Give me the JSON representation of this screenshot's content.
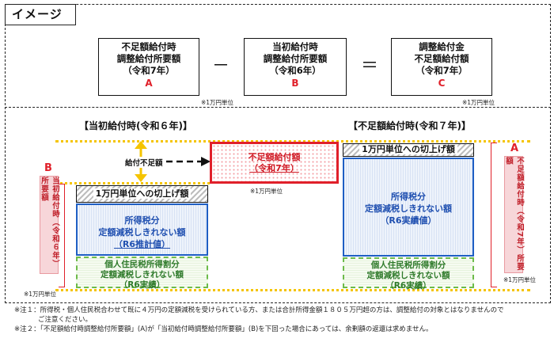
{
  "tag": "イメージ",
  "formula": {
    "a": {
      "lines": [
        "不足額給付時",
        "調整給付所要額",
        "（令和7年）"
      ],
      "letter": "A"
    },
    "minus": "－",
    "b": {
      "lines": [
        "当初給付時",
        "調整給付所要額",
        "（令和6年）"
      ],
      "letter": "B"
    },
    "equals": "＝",
    "c": {
      "lines": [
        "調整給付金",
        "不足額給付額",
        "（令和7年）"
      ],
      "letter": "C"
    },
    "unit_a": "※1万円単位",
    "unit_c": "※1万円単位"
  },
  "left": {
    "heading": "【当初給付時(令和６年)】",
    "shortfall_label": "給付不足額",
    "roundup": "1万円単位への切上げ額",
    "income_tax": [
      "所得税分",
      "定額減税しきれない額",
      "（R6推計値）"
    ],
    "resident_tax": [
      "個人住民税所得割分",
      "定額減税しきれない額",
      "（R6実績）"
    ],
    "side_letter": "B",
    "side_label": "当初給付時（令和６年）所要額",
    "unit": "※1万円単位"
  },
  "middle": {
    "lines": [
      "不足額給付額",
      "（令和7年）"
    ],
    "unit": "※1万円単位"
  },
  "right": {
    "heading": "【不足額給付時(令和７年)】",
    "roundup": "1万円単位への切上げ額",
    "income_tax": [
      "所得税分",
      "定額減税しきれない額",
      "（R6実績値）"
    ],
    "resident_tax": [
      "個人住民税所得割分",
      "定額減税しきれない額",
      "（R6実績）"
    ],
    "side_letter": "A",
    "side_label": "不足額給付時（令和7年）所要額",
    "unit": "※1万円単位"
  },
  "notes": {
    "note1_a": "※注１：所得税・個人住民税合わせて既に４万円の定額減税を受けられている方、または合計所得金額１８０５万円超の方は、調整給付の対象とはなりませんので",
    "note1_b": "ご注意ください。",
    "note2": "※注２：「不足額給付時調整給付所要額」(A)が「当初給付時調整給付所要額」(B)を下回った場合にあっては、余剰額の返還は求めません。"
  },
  "colors": {
    "red": "#e0202a",
    "blue": "#1f5fc4",
    "green": "#6dbb4a",
    "yellow": "#f5c400",
    "pink": "#f7d6d9"
  }
}
